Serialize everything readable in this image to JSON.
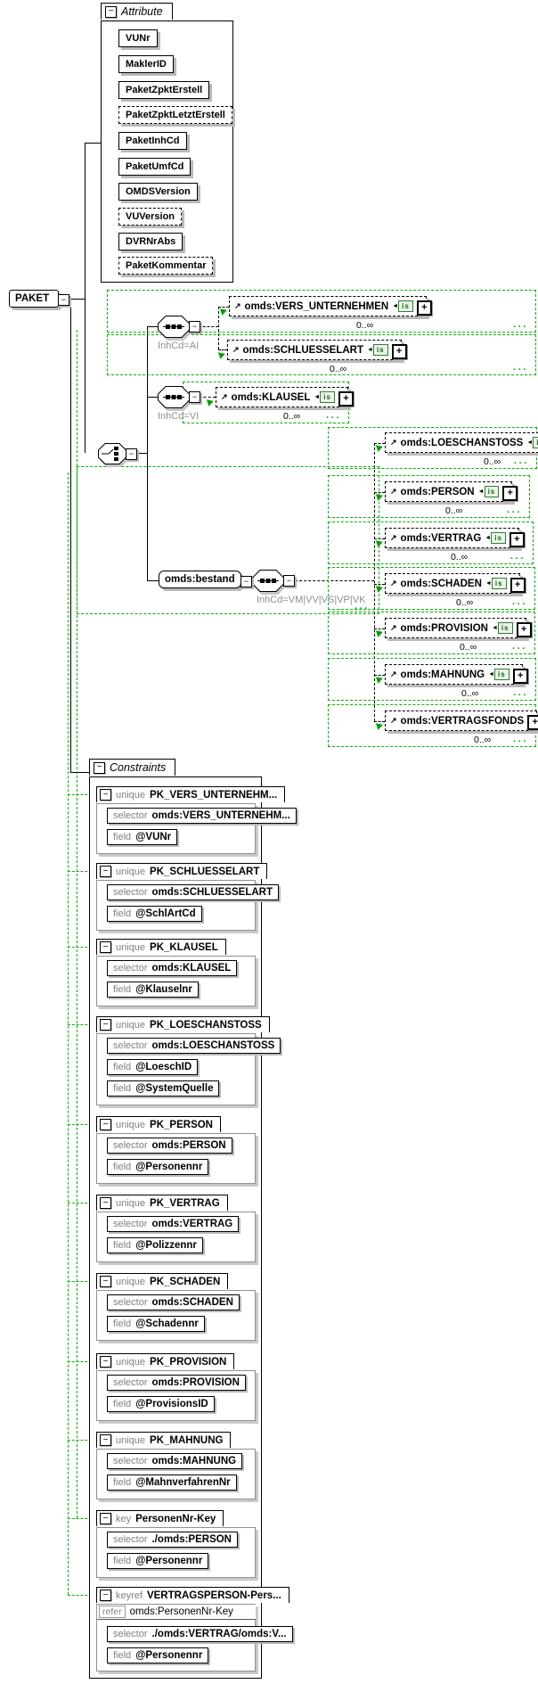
{
  "paket": {
    "label": "PAKET"
  },
  "attributes": {
    "title": "Attribute",
    "items": [
      {
        "name": "VUNr",
        "optional": false
      },
      {
        "name": "MaklerID",
        "optional": false
      },
      {
        "name": "PaketZpktErstell",
        "optional": false
      },
      {
        "name": "PaketZpktLetztErstell",
        "optional": true
      },
      {
        "name": "PaketInhCd",
        "optional": false
      },
      {
        "name": "PaketUmfCd",
        "optional": false
      },
      {
        "name": "OMDSVersion",
        "optional": false
      },
      {
        "name": "VUVersion",
        "optional": true
      },
      {
        "name": "DVRNrAbs",
        "optional": false
      },
      {
        "name": "PaketKommentar",
        "optional": true
      }
    ]
  },
  "compositors": {
    "ai": {
      "label": "InhCd=AI"
    },
    "vi": {
      "label": "InhCd=VI"
    },
    "bestand_seq": {
      "label": "InhCd=VM|VV|VS|VP|VK"
    }
  },
  "bestand": {
    "label": "omds:bestand"
  },
  "badges": {
    "is_label": "is"
  },
  "elements": [
    {
      "name": "omds:VERS_UNTERNEHMEN",
      "occurs": "0..∞",
      "has_is_badge": true
    },
    {
      "name": "omds:SCHLUESSELART",
      "occurs": "0..∞",
      "has_is_badge": true
    },
    {
      "name": "omds:KLAUSEL",
      "occurs": "0..∞",
      "has_is_badge": true
    },
    {
      "name": "omds:LOESCHANSTOSS",
      "occurs": "0..∞",
      "has_is_badge": true
    },
    {
      "name": "omds:PERSON",
      "occurs": "0..∞",
      "has_is_badge": true
    },
    {
      "name": "omds:VERTRAG",
      "occurs": "0..∞",
      "has_is_badge": true
    },
    {
      "name": "omds:SCHADEN",
      "occurs": "0..∞",
      "has_is_badge": true
    },
    {
      "name": "omds:PROVISION",
      "occurs": "0..∞",
      "has_is_badge": true
    },
    {
      "name": "omds:MAHNUNG",
      "occurs": "0..∞",
      "has_is_badge": true
    },
    {
      "name": "omds:VERTRAGSFONDS",
      "occurs": "0..∞",
      "has_is_badge": false
    }
  ],
  "constraints": {
    "title": "Constraints",
    "keywords": {
      "selector": "selector",
      "field": "field",
      "refer": "refer"
    },
    "items": [
      {
        "kind": "unique",
        "name": "PK_VERS_UNTERNEHM...",
        "selector": "omds:VERS_UNTERNEHM...",
        "fields": [
          "@VUNr"
        ]
      },
      {
        "kind": "unique",
        "name": "PK_SCHLUESSELART",
        "selector": "omds:SCHLUESSELART",
        "fields": [
          "@SchlArtCd"
        ]
      },
      {
        "kind": "unique",
        "name": "PK_KLAUSEL",
        "selector": "omds:KLAUSEL",
        "fields": [
          "@Klauselnr"
        ]
      },
      {
        "kind": "unique",
        "name": "PK_LOESCHANSTOSS",
        "selector": "omds:LOESCHANSTOSS",
        "fields": [
          "@LoeschID",
          "@SystemQuelle"
        ]
      },
      {
        "kind": "unique",
        "name": "PK_PERSON",
        "selector": "omds:PERSON",
        "fields": [
          "@Personennr"
        ]
      },
      {
        "kind": "unique",
        "name": "PK_VERTRAG",
        "selector": "omds:VERTRAG",
        "fields": [
          "@Polizzennr"
        ]
      },
      {
        "kind": "unique",
        "name": "PK_SCHADEN",
        "selector": "omds:SCHADEN",
        "fields": [
          "@Schadennr"
        ]
      },
      {
        "kind": "unique",
        "name": "PK_PROVISION",
        "selector": "omds:PROVISION",
        "fields": [
          "@ProvisionsID"
        ]
      },
      {
        "kind": "unique",
        "name": "PK_MAHNUNG",
        "selector": "omds:MAHNUNG",
        "fields": [
          "@MahnverfahrenNr"
        ]
      },
      {
        "kind": "key",
        "name": "PersonenNr-Key",
        "selector": "./omds:PERSON",
        "fields": [
          "@Personennr"
        ]
      },
      {
        "kind": "keyref",
        "name": "VERTRAGSPERSON-Pers...",
        "refer": "omds:PersonenNr-Key",
        "selector": "./omds:VERTRAG/omds:V...",
        "fields": [
          "@Personennr"
        ]
      }
    ]
  },
  "colors": {
    "selection_green": "#00b400",
    "shadow_gray": "#b9b9b9",
    "badge_green": "#2e7d32"
  }
}
